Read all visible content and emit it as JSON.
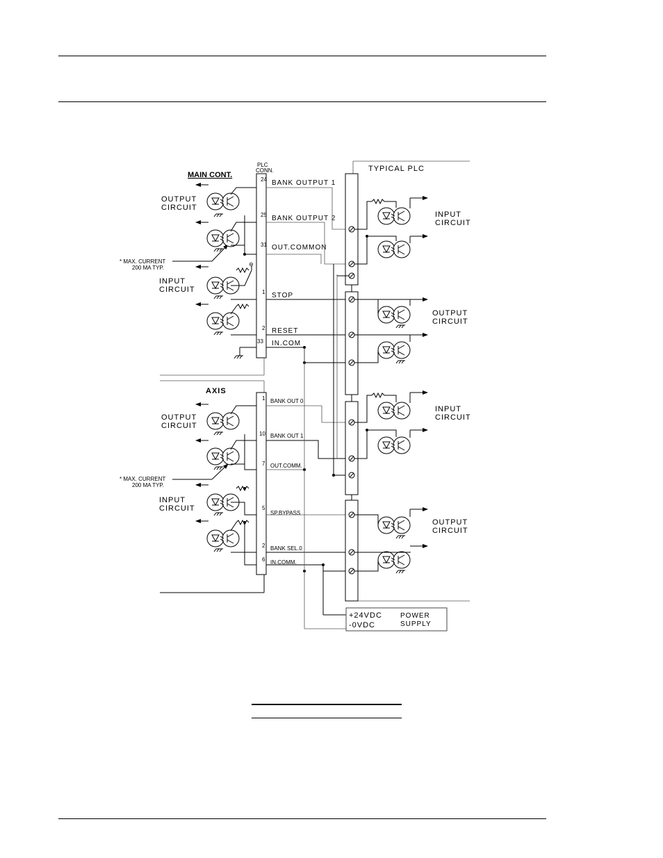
{
  "plc": {
    "title": "TYPICAL PLC"
  },
  "conn": {
    "header1": "PLC",
    "header2": "CONN."
  },
  "main": {
    "title": "MAIN CONT.",
    "output_circuit": [
      "OUTPUT",
      "CIRCUIT"
    ],
    "input_circuit": [
      "INPUT",
      "CIRCUIT"
    ],
    "note": [
      "* MAX. CURRENT",
      "200 MA TYP."
    ],
    "pins": [
      "24",
      "25",
      "31",
      "1",
      "2",
      "33"
    ],
    "signals": [
      "BANK OUTPUT 1",
      "BANK OUTPUT 2",
      "OUT.COMMON",
      "STOP",
      "RESET",
      "IN.COM"
    ]
  },
  "axis": {
    "title": "AXIS",
    "output_circuit": [
      "OUTPUT",
      "CIRCUIT"
    ],
    "input_circuit": [
      "INPUT",
      "CIRCUIT"
    ],
    "note": [
      "* MAX. CURRENT",
      "200 MA TYP."
    ],
    "pins": [
      "1",
      "10",
      "7",
      "5",
      "2",
      "6"
    ],
    "signals": [
      "BANK OUT 0",
      "BANK OUT 1",
      "OUT.COMM.",
      "SP.BYPASS",
      "BANK SEL.0",
      "IN.COMM."
    ]
  },
  "plc_blocks": [
    {
      "label": [
        "INPUT",
        "CIRCUIT"
      ]
    },
    {
      "label": [
        "OUTPUT",
        "CIRCUIT"
      ]
    },
    {
      "label": [
        "INPUT",
        "CIRCUIT"
      ]
    },
    {
      "label": [
        "OUTPUT",
        "CIRCUIT"
      ]
    }
  ],
  "power": {
    "plus": "+24VDC",
    "minus": "-0VDC",
    "label": [
      "POWER",
      "SUPPLY"
    ]
  }
}
